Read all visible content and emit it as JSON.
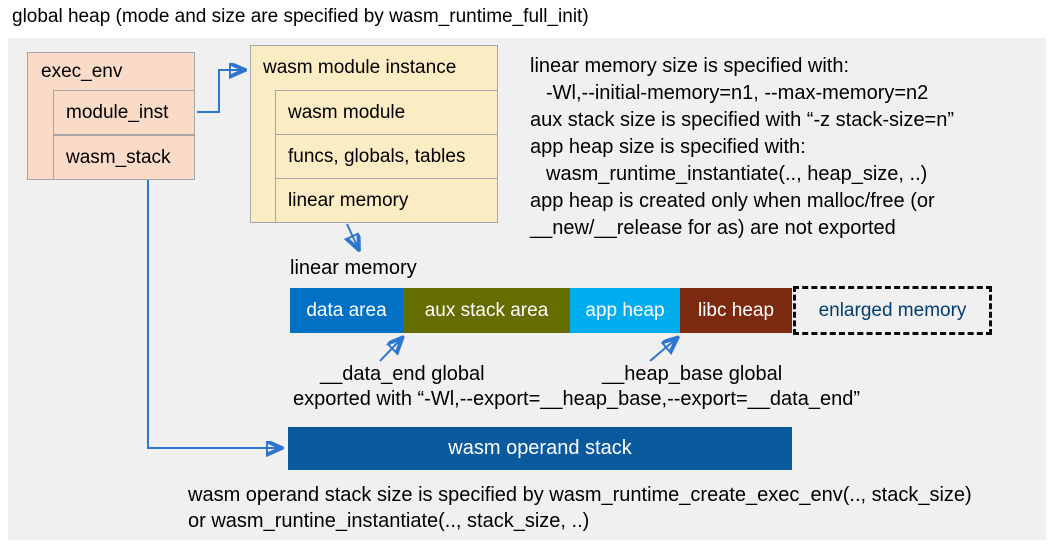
{
  "title": "global heap (mode and size are specified by wasm_runtime_full_init)",
  "exec_env": {
    "header": "exec_env",
    "rows": [
      {
        "label": "module_inst"
      },
      {
        "label": "wasm_stack"
      }
    ]
  },
  "module_instance": {
    "header": "wasm module instance",
    "rows": [
      {
        "label": "wasm module"
      },
      {
        "label": "funcs, globals, tables"
      },
      {
        "label": "linear memory"
      }
    ]
  },
  "linker_notes": {
    "lines": [
      {
        "text": "linear memory size is specified with:"
      },
      {
        "text": "-Wl,--initial-memory=n1, --max-memory=n2"
      },
      {
        "text": "aux stack size is specified with “-z stack-size=n”"
      },
      {
        "text": "app heap size is specified with:"
      },
      {
        "text": "wasm_runtime_instantiate(.., heap_size, ..)"
      },
      {
        "text": "app heap is created only when malloc/free (or"
      },
      {
        "text": "__new/__release for as) are not exported"
      }
    ]
  },
  "linear_memory": {
    "label": "linear memory",
    "segments": [
      {
        "label": "data area",
        "color": "#0071c5",
        "text_color": "#ffffff"
      },
      {
        "label": "aux stack area",
        "color": "#656c00",
        "text_color": "#ffffff"
      },
      {
        "label": "app heap",
        "color": "#00aeef",
        "text_color": "#ffffff"
      },
      {
        "label": "libc heap",
        "color": "#7b2a10",
        "text_color": "#ffffff"
      },
      {
        "label": "enlarged memory",
        "color": null,
        "text_color": "#003c71",
        "dashed": true
      }
    ]
  },
  "globals_annotations": {
    "data_end": "__data_end global",
    "heap_base": "__heap_base global",
    "exported": "exported with “-Wl,--export=__heap_base,--export=__data_end”"
  },
  "operand_stack": {
    "label": "wasm operand stack",
    "color": "#0b5a9d"
  },
  "operand_stack_notes": {
    "lines": [
      "wasm operand stack size is specified by wasm_runtime_create_exec_env(.., stack_size)",
      "or wasm_runtine_instantiate(.., stack_size, ..)"
    ]
  },
  "colors": {
    "panel": "#f0f0f0",
    "exec_env_fill": "#fadbc8",
    "module_instance_fill": "#fcecc4",
    "box_border": "#a6a6a6",
    "arrow": "#2e77d0",
    "enlarged_border": "#0a0a0a"
  }
}
